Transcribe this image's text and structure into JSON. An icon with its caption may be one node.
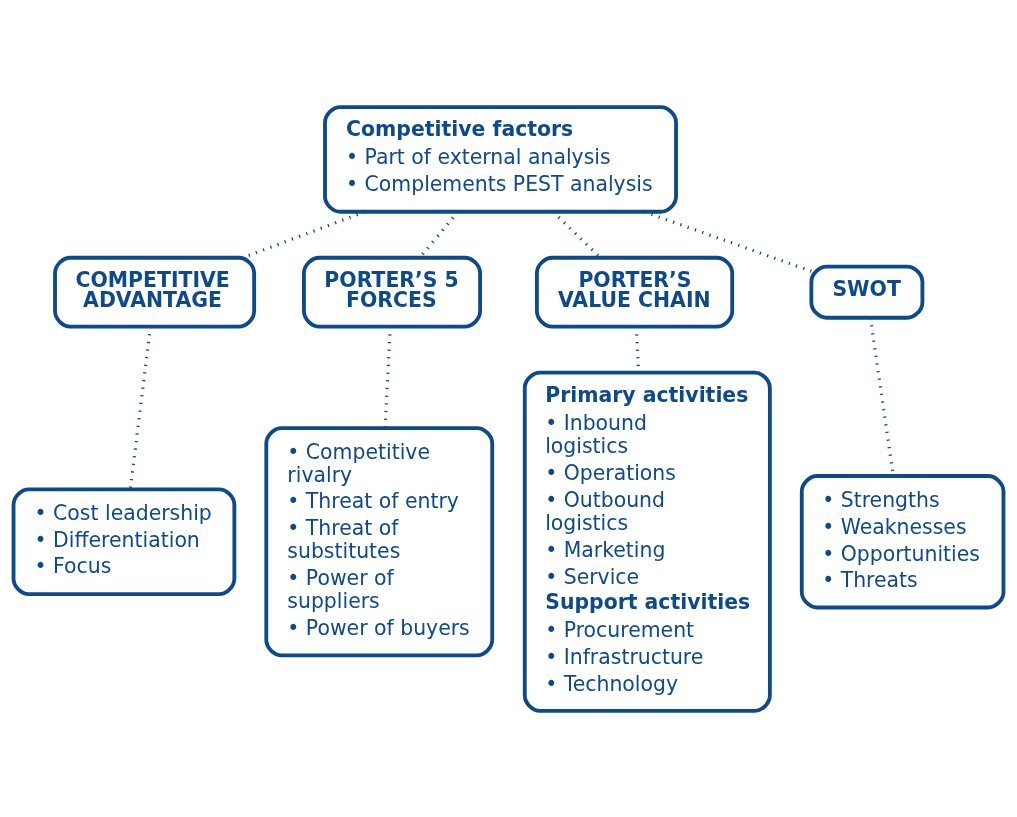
{
  "diagram": {
    "nodes": [
      {
        "text": [
          "Competitive factors",
          "• Part of external analysis",
          "• Complements PEST analysis"
        ]
      },
      {
        "text": [
          "COMPETITIVE ADVANTAGE"
        ]
      },
      {
        "text": [
          "PORTER’S 5 FORCES"
        ]
      },
      {
        "text": [
          "PORTER’S VALUE CHAIN"
        ]
      },
      {
        "text": [
          "SWOT"
        ]
      },
      {
        "text": [
          "• Cost leadership",
          "• Differentiation",
          "• Focus"
        ]
      },
      {
        "text": [
          "• Competitive rivalry",
          "• Threat of entry",
          "• Threat of substitutes",
          "• Power of suppliers",
          "• Power of buyers"
        ]
      },
      {
        "text": [
          "Primary activities",
          "• Inbound logistics",
          "• Operations",
          "• Outbound logistics",
          "• Marketing",
          "• Service",
          "Support activities",
          "• Procurement",
          "• Infrastructure",
          "• Technology"
        ]
      },
      {
        "text": [
          "• Strengths",
          "• Weaknesses",
          "• Opportunities",
          "• Threats"
        ]
      }
    ],
    "edges": [
      {
        "from": 0,
        "to": 1,
        "arrow": "none"
      },
      {
        "from": 0,
        "to": 2,
        "arrow": "none"
      },
      {
        "from": 0,
        "to": 3,
        "arrow": "none"
      },
      {
        "from": 0,
        "to": 4,
        "arrow": "none"
      },
      {
        "from": 1,
        "to": 5,
        "arrow": "none"
      },
      {
        "from": 2,
        "to": 6,
        "arrow": "none"
      },
      {
        "from": 3,
        "to": 7,
        "arrow": "none"
      },
      {
        "from": 4,
        "to": 8,
        "arrow": "none"
      }
    ]
  }
}
